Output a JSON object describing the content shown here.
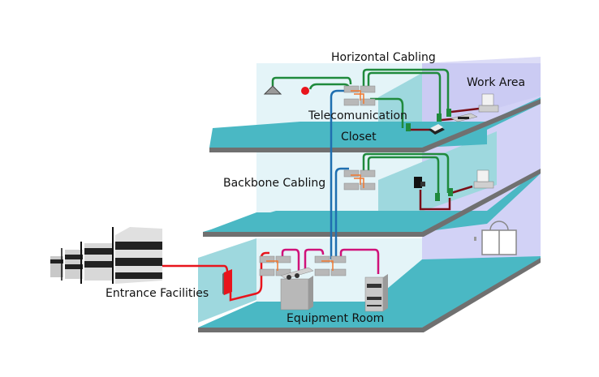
{
  "diagram": {
    "title": "Structured Cabling System",
    "labels": {
      "horizontal_cabling": "Horizontal Cabling",
      "work_area": "Work Area",
      "telecom_closet_line1": "Telecomunication",
      "telecom_closet_line2": "Closet",
      "backbone_cabling": "Backbone Cabling",
      "entrance_facilities": "Entrance Facilities",
      "equipment_room": "Equipment Room"
    },
    "floors": [
      {
        "name": "top-floor",
        "contents": [
          "ceiling speaker",
          "alarm bell",
          "patch panel",
          "phone",
          "computer",
          "printer"
        ]
      },
      {
        "name": "middle-floor",
        "contents": [
          "patch panel",
          "wall phone",
          "computer"
        ]
      },
      {
        "name": "ground-floor",
        "contents": [
          "entrance protector",
          "patch panels",
          "PBX",
          "server",
          "elevator"
        ]
      }
    ],
    "colors": {
      "floor_teal": "#4ab8c4",
      "floor_edge": "#707070",
      "wall_light": "#e4f4f8",
      "wall_teal": "#9ed8de",
      "wall_lavender": "#d2d2f6",
      "cable_green": "#1f8a3c",
      "cable_blue": "#1f6fb0",
      "cable_red": "#e8141c",
      "cable_magenta": "#d0127a",
      "cable_darkred": "#7a0f18",
      "patch_orange": "#f07830",
      "equipment_gray": "#b8b8b8"
    }
  }
}
